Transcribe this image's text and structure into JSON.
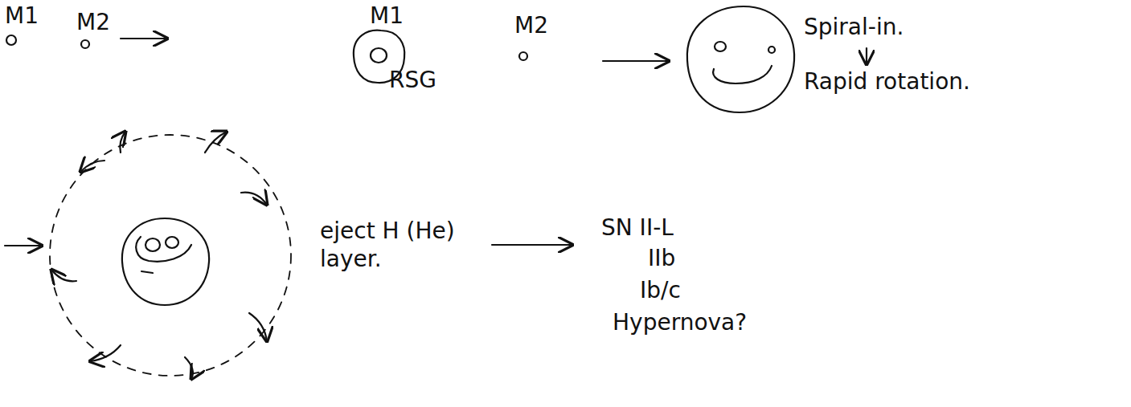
{
  "diagram": {
    "labels": [
      "M1",
      "M2",
      "M1",
      "RSG",
      "M2",
      "Spiral-in.",
      "Rapid rotation.",
      "eject H (He) layer.",
      "SN II-L",
      "IIb",
      "Ib/c",
      "Hypernova?"
    ]
  }
}
